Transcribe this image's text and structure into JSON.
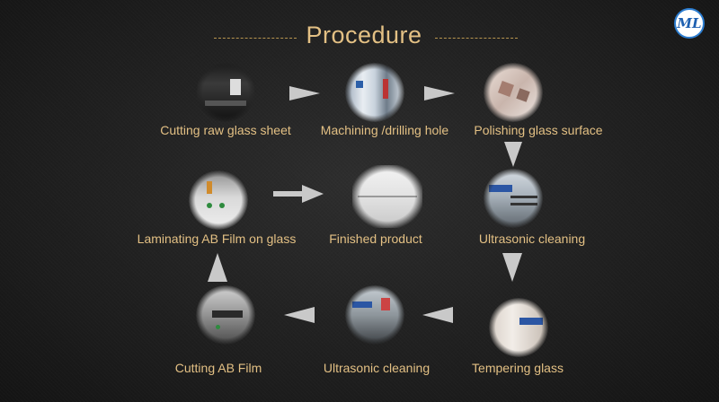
{
  "title": "Procedure",
  "logo_text": "ML",
  "steps": [
    {
      "label": "Cutting raw glass sheet"
    },
    {
      "label": "Machining /drilling hole"
    },
    {
      "label": "Polishing glass surface"
    },
    {
      "label": "Ultrasonic cleaning"
    },
    {
      "label": "Tempering glass"
    },
    {
      "label": "Ultrasonic cleaning"
    },
    {
      "label": "Cutting AB Film"
    },
    {
      "label": "Laminating AB Film on glass"
    },
    {
      "label": "Finished product"
    }
  ],
  "colors": {
    "accent": "#e3c084",
    "arrow": "#c9c9c9"
  }
}
